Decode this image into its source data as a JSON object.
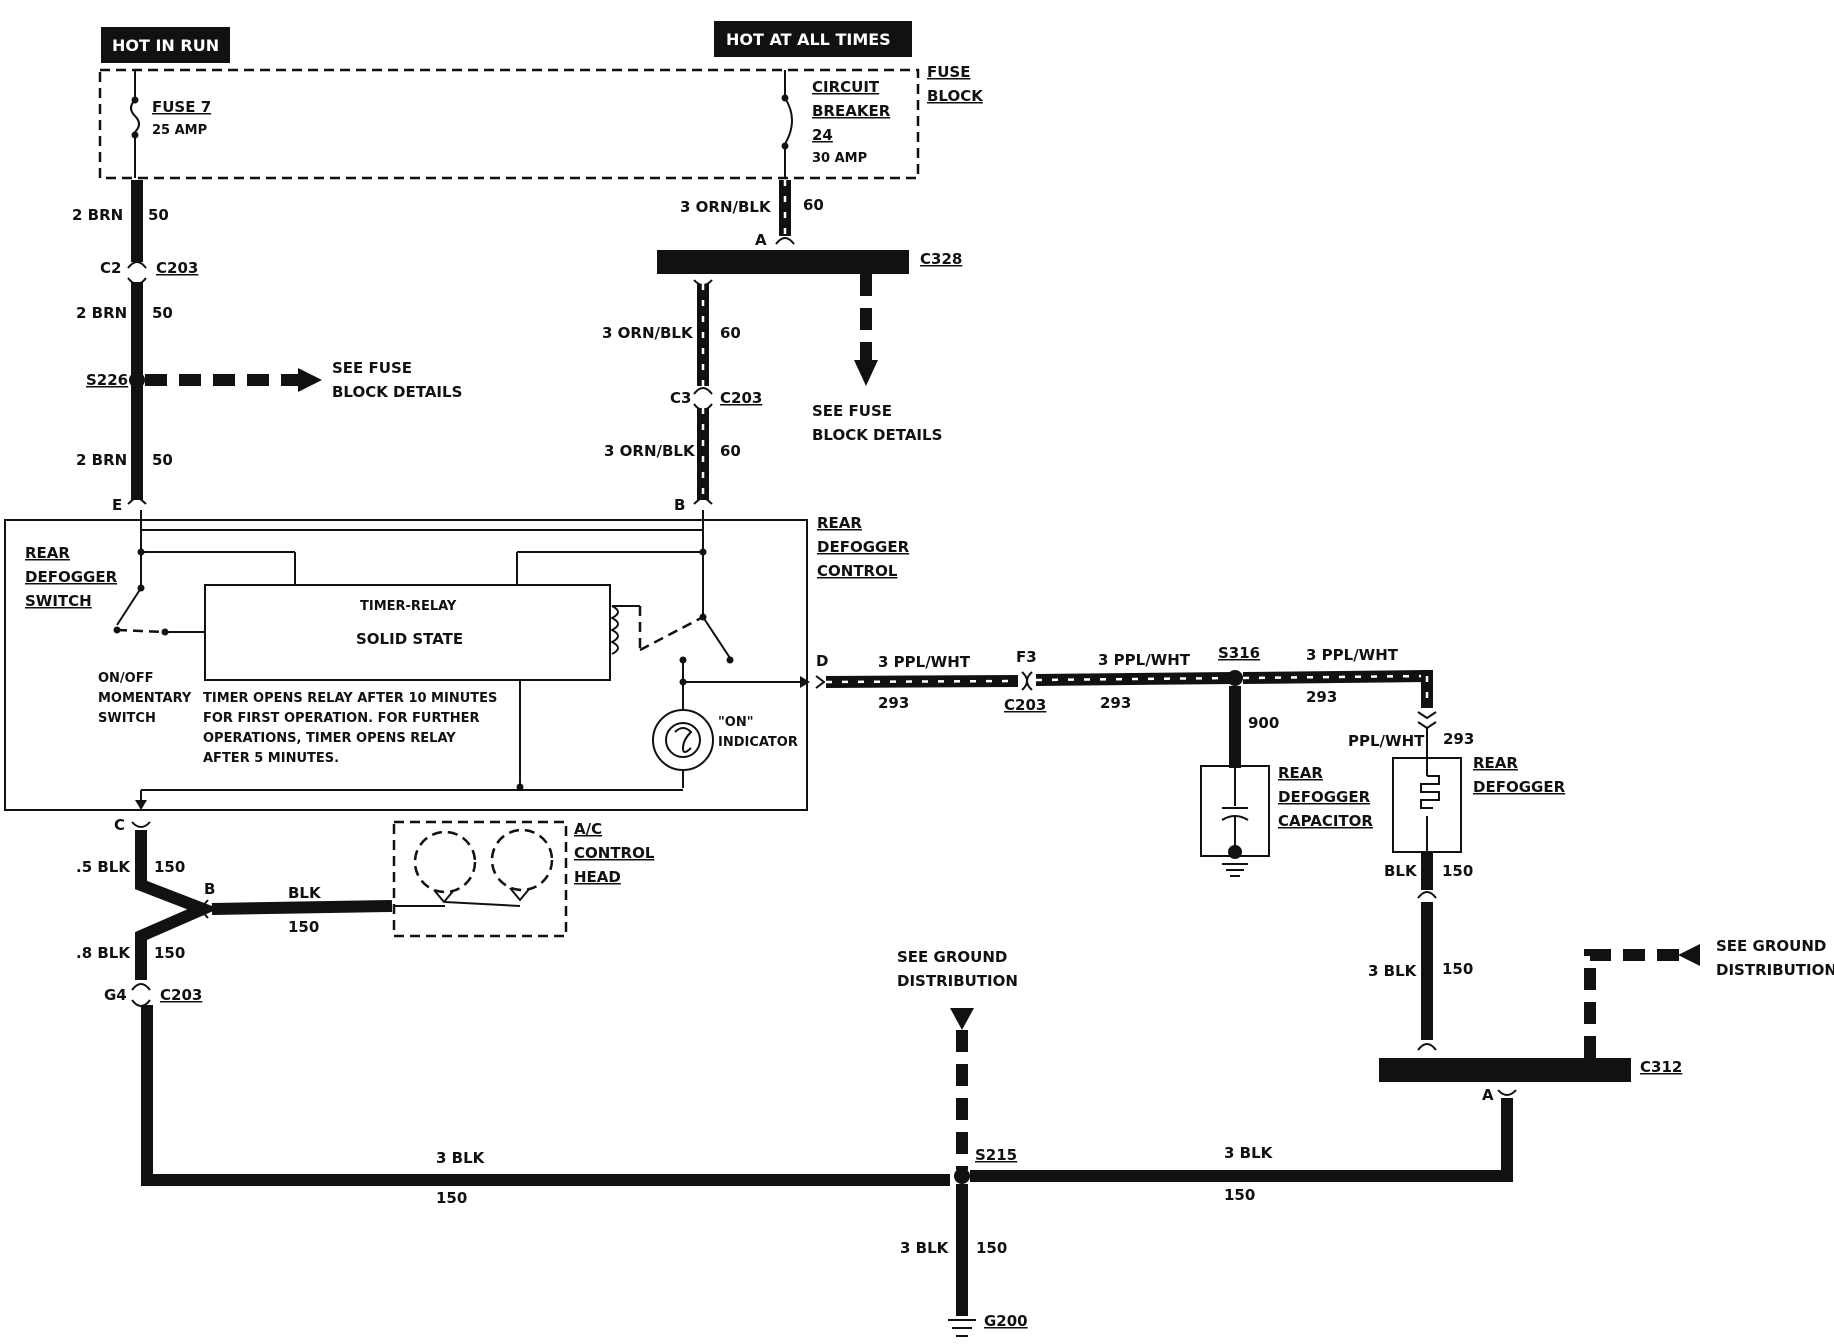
{
  "header": {
    "hot_in_run": "HOT IN RUN",
    "hot_at_all_times": "HOT AT ALL TIMES"
  },
  "fuse_block": {
    "label_line1": "FUSE",
    "label_line2": "BLOCK",
    "fuse7_name": "FUSE 7",
    "fuse7_rating": "25 AMP",
    "cb_line1": "CIRCUIT",
    "cb_line2": "BREAKER",
    "cb_line3": "24",
    "cb_rating": "30 AMP"
  },
  "left_branch": {
    "wire_upper": "2 BRN",
    "circuit_upper": "50",
    "conn_pin": "C2",
    "conn_name": "C203",
    "wire_mid": "2 BRN",
    "circuit_mid": "50",
    "splice": "S226",
    "see_fuse_1": "SEE FUSE",
    "see_fuse_2": "BLOCK DETAILS",
    "wire_lower": "2 BRN",
    "circuit_lower": "50",
    "pin_e": "E"
  },
  "right_branch": {
    "wire_top": "3 ORN/BLK",
    "circuit_top": "60",
    "pin_a": "A",
    "conn_c328": "C328",
    "wire_mid": "3 ORN/BLK",
    "circuit_mid": "60",
    "conn_pin": "C3",
    "conn_name": "C203",
    "wire_lower": "3 ORN/BLK",
    "circuit_lower": "60",
    "pin_b": "B",
    "see_fuse_1": "SEE FUSE",
    "see_fuse_2": "BLOCK DETAILS"
  },
  "control": {
    "title_line1": "REAR",
    "title_line2": "DEFOGGER",
    "title_line3": "CONTROL",
    "switch_line1": "REAR",
    "switch_line2": "DEFOGGER",
    "switch_line3": "SWITCH",
    "timer_relay": "TIMER-RELAY",
    "solid_state": "SOLID STATE",
    "momentary_line1": "ON/OFF",
    "momentary_line2": "MOMENTARY",
    "momentary_line3": "SWITCH",
    "note_line1": "TIMER OPENS RELAY AFTER 10 MINUTES",
    "note_line2": "FOR FIRST OPERATION. FOR FURTHER",
    "note_line3": "OPERATIONS, TIMER OPENS RELAY",
    "note_line4": "AFTER 5 MINUTES.",
    "on_indicator_1": "\"ON\"",
    "on_indicator_2": "INDICATOR",
    "pin_d": "D",
    "pin_c": "C"
  },
  "output": {
    "wire_1": "3 PPL/WHT",
    "circuit_1": "293",
    "conn_pin": "F3",
    "conn_name": "C203",
    "wire_2": "3 PPL/WHT",
    "circuit_2": "293",
    "splice": "S316",
    "wire_3": "3 PPL/WHT",
    "circuit_3": "293",
    "capacitor_circuit": "900",
    "capacitor_line1": "REAR",
    "capacitor_line2": "DEFOGGER",
    "capacitor_line3": "CAPACITOR",
    "defogger_wire": "PPL/WHT",
    "defogger_circuit": "293",
    "defogger_line1": "REAR",
    "defogger_line2": "DEFOGGER",
    "defogger_ground_wire": "BLK",
    "defogger_ground_circuit": "150"
  },
  "ground": {
    "wire_c": ".5 BLK",
    "circuit_c": "150",
    "pin_b": "B",
    "ac_wire": "BLK",
    "ac_circuit": "150",
    "ac_line1": "A/C",
    "ac_line2": "CONTROL",
    "ac_line3": "HEAD",
    "wire_8": ".8 BLK",
    "circuit_8": "150",
    "conn_pin": "G4",
    "conn_name": "C203",
    "wire_bottom_left": "3 BLK",
    "circuit_bottom_left": "150",
    "see_ground_1": "SEE GROUND",
    "see_ground_2": "DISTRIBUTION",
    "splice": "S215",
    "wire_bottom_right": "3 BLK",
    "circuit_bottom_right": "150",
    "wire_to_ground": "3 BLK",
    "circuit_to_ground": "150",
    "ground_name": "G200",
    "right_wire": "3 BLK",
    "right_circuit": "150",
    "conn_c312": "C312",
    "pin_a": "A",
    "see_ground_r1": "SEE GROUND",
    "see_ground_r2": "DISTRIBUTION"
  }
}
